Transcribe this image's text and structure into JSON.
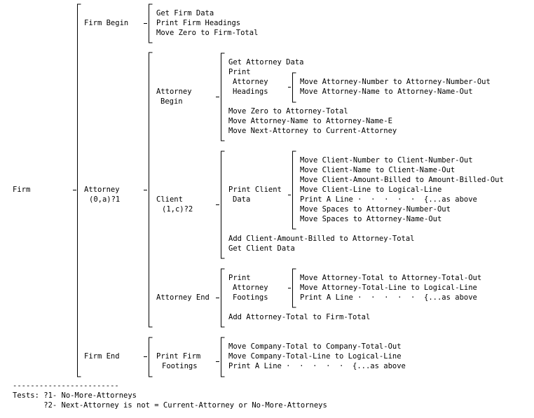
{
  "diagram": {
    "level0": {
      "firm": "Firm"
    },
    "level1": {
      "firm_begin": "Firm Begin",
      "attorney_1": "Attorney",
      "attorney_2": "(0,a)?1",
      "firm_end": "Firm End"
    },
    "firm_begin_steps": [
      "Get Firm Data",
      "Print Firm Headings",
      "Move Zero to Firm-Total"
    ],
    "attorney_parts": {
      "attorney_begin_1": "Attorney",
      "attorney_begin_2": "Begin",
      "client_1": "Client",
      "client_2": "(1,c)?2",
      "attorney_end": "Attorney End"
    },
    "attorney_begin_steps": {
      "get_data": "Get Attorney Data",
      "print": "Print",
      "print_sub_1": "Attorney",
      "print_sub_2": "Headings",
      "rest": [
        "Move Zero to Attorney-Total",
        "Move Attorney-Name to Attorney-Name-E",
        "Move Next-Attorney to Current-Attorney"
      ]
    },
    "attorney_headings_steps": [
      "Move Attorney-Number to Attorney-Number-Out",
      "Move Attorney-Name to Attorney-Name-Out"
    ],
    "client_steps": {
      "print_client_1": "Print Client",
      "print_client_2": "Data",
      "rest": [
        "Add Client-Amount-Billed to Attorney-Total",
        "Get Client Data"
      ]
    },
    "print_client_data_steps": [
      "Move Client-Number to Client-Number-Out",
      "Move Client-Name to Client-Name-Out",
      "Move Client-Amount-Billed to Amount-Billed-Out",
      "Move Client-Line to Logical-Line",
      "Print A Line ·  ·  ·  ·  ·  {...as above",
      "Move Spaces to Attorney-Number-Out",
      "Move Spaces to Attorney-Name-Out"
    ],
    "attorney_end_steps": {
      "print_1": "Print",
      "print_2": "Attorney",
      "print_3": "Footings",
      "rest": "Add Attorney-Total to Firm-Total"
    },
    "attorney_footings_steps": [
      "Move Attorney-Total to Attorney-Total-Out",
      "Move Attorney-Total-Line to Logical-Line",
      "Print A Line ·  ·  ·  ·  ·  {...as above"
    ],
    "firm_end_parts": {
      "print_firm_1": "Print Firm",
      "print_firm_2": "Footings"
    },
    "firm_footings_steps": [
      "Move Company-Total to Company-Total-Out",
      "Move Company-Total-Line to Logical-Line",
      "Print A Line ·  ·  ·  ·  ·  {...as above"
    ]
  },
  "footer": {
    "rule": "------------------------",
    "tests_1": "Tests: ?1- No-More-Attorneys",
    "tests_2": "       ?2- Next-Attorney is not = Current-Attorney or No-More-Attorneys"
  }
}
